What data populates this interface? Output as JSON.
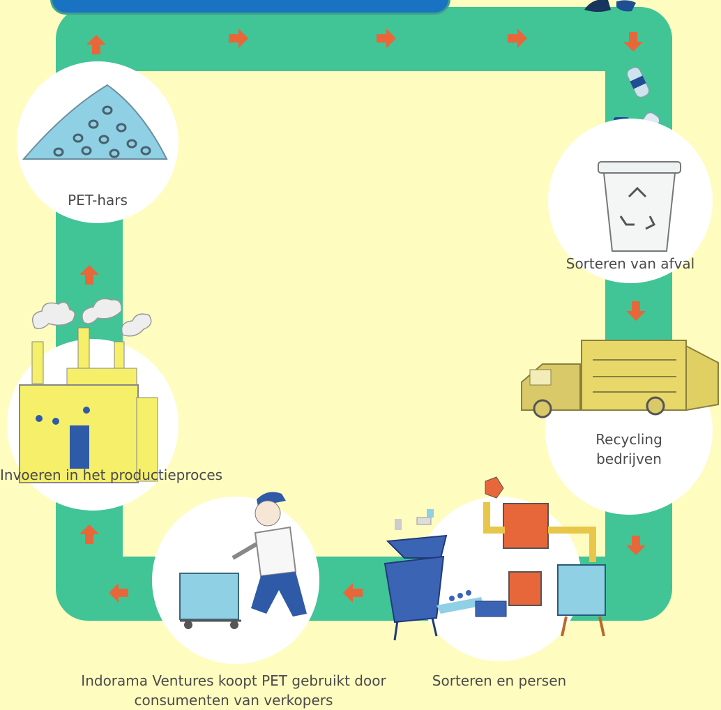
{
  "colors": {
    "background": "#fffcc0",
    "track": "#41c496",
    "arrow": "#e8673a",
    "banner": "#1a73c2"
  },
  "steps": {
    "sorting_waste": "Sorteren van afval",
    "recycling": "Recycling bedrijven",
    "sort_press": "Sorteren en persen",
    "indorama": "Indorama Ventures koopt PET gebruikt door consumenten van verkopers",
    "production": "Invoeren in het productieproces",
    "resin": "PET-hars"
  }
}
